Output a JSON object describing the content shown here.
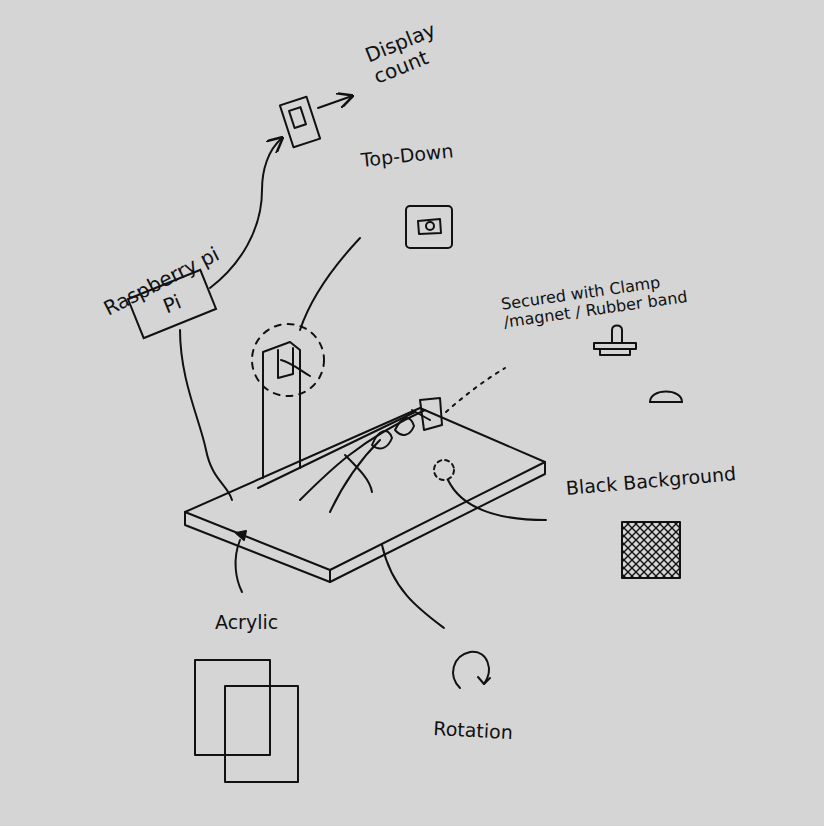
{
  "diagram": {
    "nodes": [
      {
        "text": [
          "Pi"
        ]
      }
    ],
    "labels": [
      "Display count",
      "Top-Down",
      "Raspberry pi",
      "Secured with Clamp /magnet / Rubber band",
      "Black Background",
      "Acrylic",
      "Rotation"
    ]
  }
}
